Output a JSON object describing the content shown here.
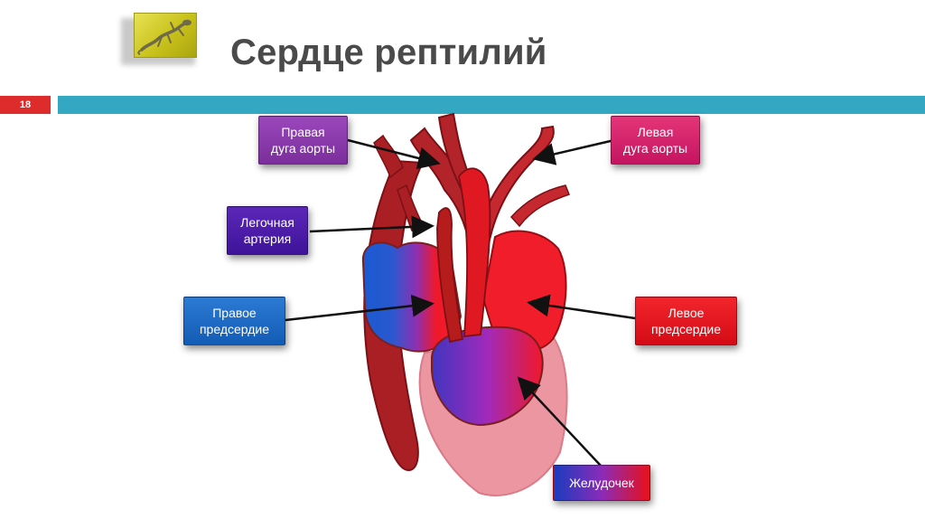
{
  "slide": {
    "title": "Сердце рептилий",
    "page_number": "18"
  },
  "logo": {
    "icon": "lizard-icon"
  },
  "labels": {
    "right_aortic_arch": "Правая\nдуга аорты",
    "left_aortic_arch": "Левая\nдуга аорты",
    "pulmonary_artery": "Легочная\nартерия",
    "right_atrium": "Правое\nпредсердие",
    "left_atrium": "Левое\nпредсердие",
    "ventricle": "Желудочек"
  },
  "colors": {
    "accent_bar": "#34a7c2",
    "page_badge": "#de2b2b",
    "title_text": "#4a4a4a",
    "right_aortic_arch_box": "#8b3aa9",
    "left_aortic_arch_box": "#d61c6a",
    "pulmonary_artery_box": "#4a17a8",
    "right_atrium_box": "#1a68c4",
    "left_atrium_box": "#e3101c",
    "ventricle_box_from": "#1a3cc0",
    "ventricle_box_to": "#e8101c",
    "vessel_red": "#b71c1c",
    "oxygenated": "#f21d2a",
    "deoxygenated": "#1a5ad1",
    "ventricle_outer": "#eb96a1"
  }
}
